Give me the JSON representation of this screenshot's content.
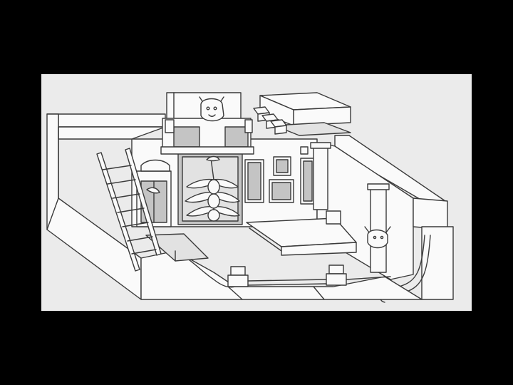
{
  "slide": {
    "background_color": "#000000",
    "panel_color": "#ebebeb",
    "line_color": "#3a3a3a",
    "shade_color": "#c4c4c4"
  },
  "illustration": {
    "kind": "line-drawing",
    "subject": "cutaway-room-interior",
    "elements": [
      "left-wall",
      "back-wall",
      "right-wall",
      "ladder",
      "upper-loft",
      "roof-block",
      "face-mask-icon",
      "horned-figure-icon",
      "windows",
      "doorway",
      "raised-platform",
      "front-posts",
      "wall-mask-icon"
    ]
  }
}
